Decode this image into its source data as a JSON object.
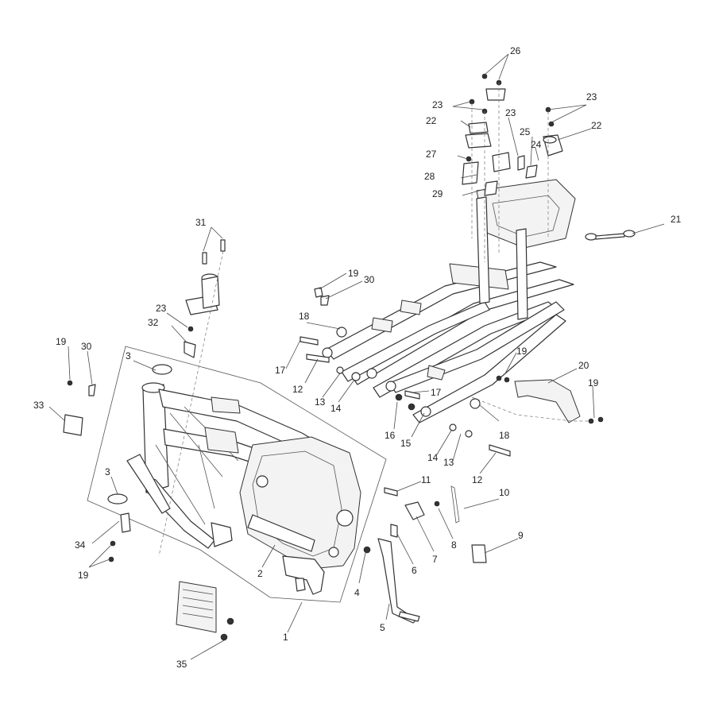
{
  "callouts": {
    "c1": "1",
    "c2": "2",
    "c3a": "3",
    "c3b": "3",
    "c4": "4",
    "c5": "5",
    "c6": "6",
    "c7": "7",
    "c8": "8",
    "c9": "9",
    "c10": "10",
    "c11": "11",
    "c12a": "12",
    "c12b": "12",
    "c13a": "13",
    "c13b": "13",
    "c14a": "14",
    "c14b": "14",
    "c15": "15",
    "c16": "16",
    "c17a": "17",
    "c17b": "17",
    "c18a": "18",
    "c18b": "18",
    "c19a": "19",
    "c19b": "19",
    "c19c": "19",
    "c19d": "19",
    "c19e": "19",
    "c20": "20",
    "c21": "21",
    "c22a": "22",
    "c22b": "22",
    "c23a": "23",
    "c23b": "23",
    "c23c": "23",
    "c23d": "23",
    "c24": "24",
    "c25": "25",
    "c26": "26",
    "c27": "27",
    "c28": "28",
    "c29": "29",
    "c30a": "30",
    "c30b": "30",
    "c31": "31",
    "c32": "32",
    "c33": "33",
    "c34": "34",
    "c35": "35"
  }
}
